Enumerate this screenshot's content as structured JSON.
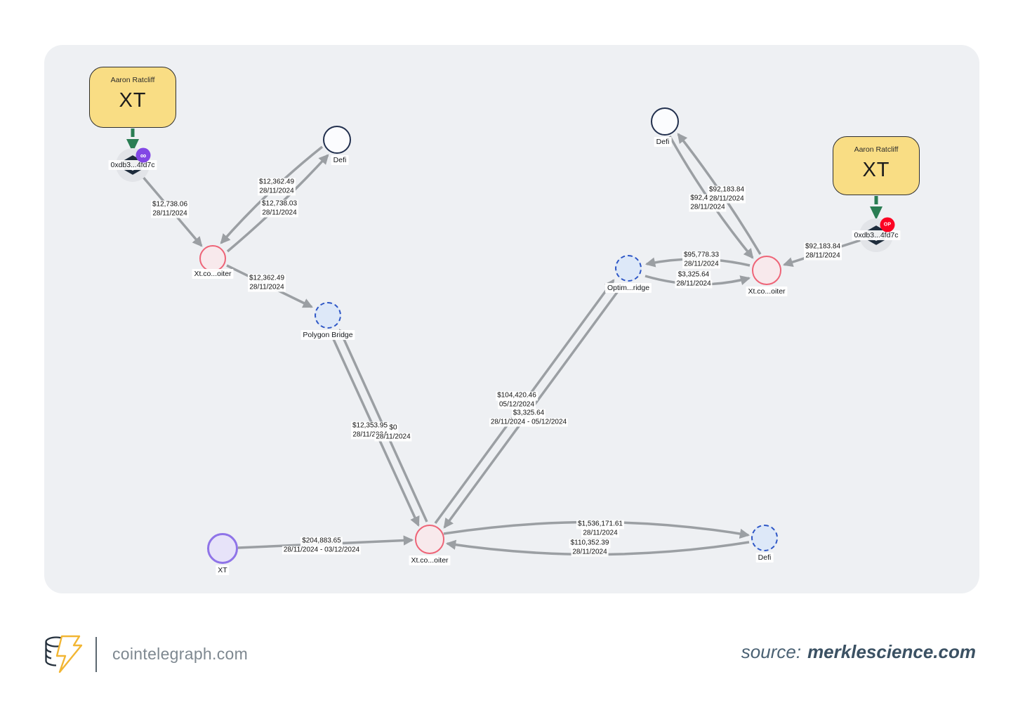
{
  "graph": {
    "actors": [
      {
        "name": "Aaron Ratcliff",
        "ticker": "XT"
      },
      {
        "name": "Aaron Ratcliff",
        "ticker": "XT"
      }
    ],
    "wallets": [
      {
        "address": "0xdb3...4fd7c",
        "network_badge": "polygon",
        "badge_glyph": "∞"
      },
      {
        "address": "0xdb3...4fd7c",
        "network_badge": "optimism",
        "badge_glyph": "OP"
      }
    ],
    "nodes": [
      {
        "label": "Xt.co...oiter",
        "type": "exchange"
      },
      {
        "label": "Defi",
        "type": "defi"
      },
      {
        "label": "Polygon Bridge",
        "type": "bridge"
      },
      {
        "label": "Xt.co...oiter",
        "type": "exchange"
      },
      {
        "label": "Optim...ridge",
        "type": "bridge"
      },
      {
        "label": "Xt.co...oiter",
        "type": "exchange"
      },
      {
        "label": "Defi",
        "type": "defi"
      },
      {
        "label": "XT",
        "type": "token"
      },
      {
        "label": "Defi",
        "type": "bridge"
      }
    ],
    "edges": [
      {
        "from": "0xdb3...4fd7c",
        "to": "Xt.co...oiter",
        "amount": "$12,738.06",
        "date": "28/11/2024"
      },
      {
        "from": "Defi",
        "to": "Xt.co...oiter",
        "amount": "$12,362.49",
        "date": "28/11/2024"
      },
      {
        "from": "Xt.co...oiter",
        "to": "Defi",
        "amount": "$12,738.03",
        "date": "28/11/2024"
      },
      {
        "from": "Xt.co...oiter",
        "to": "Polygon Bridge",
        "amount": "$12,362.49",
        "date": "28/11/2024"
      },
      {
        "from": "Polygon Bridge",
        "to": "Xt.co...oiter",
        "amount": "$12,353.95",
        "date": "28/11/2024"
      },
      {
        "from": "Xt.co...oiter",
        "to": "Polygon Bridge",
        "amount": "$0",
        "date": "28/11/2024"
      },
      {
        "from": "Xt.co...oiter",
        "to": "Optim...ridge",
        "amount": "$104,420.46",
        "date": "05/12/2024"
      },
      {
        "from": "Optim...ridge",
        "to": "Xt.co...oiter",
        "amount": "$3,325.64",
        "date": "28/11/2024 - 05/12/2024"
      },
      {
        "from": "Xt.co...oiter",
        "to": "Optim...ridge",
        "amount": "$95,778.33",
        "date": "28/11/2024"
      },
      {
        "from": "Optim...ridge",
        "to": "Xt.co...oiter",
        "amount": "$3,325.64",
        "date": "28/11/2024"
      },
      {
        "from": "Xt.co...oiter",
        "to": "Defi",
        "amount": "$92,183.84",
        "date": "28/11/2024"
      },
      {
        "from": "Defi",
        "to": "Xt.co...oiter",
        "amount": "$92,49",
        "date": "28/11/2024"
      },
      {
        "from": "0xdb3...4fd7c",
        "to": "Xt.co...oiter",
        "amount": "$92,183.84",
        "date": "28/11/2024"
      },
      {
        "from": "XT",
        "to": "Xt.co...oiter",
        "amount": "$204,883.65",
        "date": "28/11/2024 - 03/12/2024"
      },
      {
        "from": "Xt.co...oiter",
        "to": "Defi",
        "amount": "$1,536,171.61",
        "date": "28/11/2024"
      },
      {
        "from": "Defi",
        "to": "Xt.co...oiter",
        "amount": "$110,352.39",
        "date": "28/11/2024"
      }
    ]
  },
  "footer": {
    "brand": "cointelegraph.com",
    "source_label": "source:",
    "source_site": "merklescience.com"
  },
  "colors": {
    "canvas_bg": "#eef0f3",
    "edge_gray": "#9b9fa3",
    "actor_yellow": "#f9dd84",
    "arrow_green": "#2a7d53",
    "exchange_pink": "#ee6477",
    "bridge_blue": "#2d56c6",
    "token_purple": "#8f74e8",
    "polygon_badge": "#8247e5",
    "optimism_badge": "#fb0423"
  }
}
